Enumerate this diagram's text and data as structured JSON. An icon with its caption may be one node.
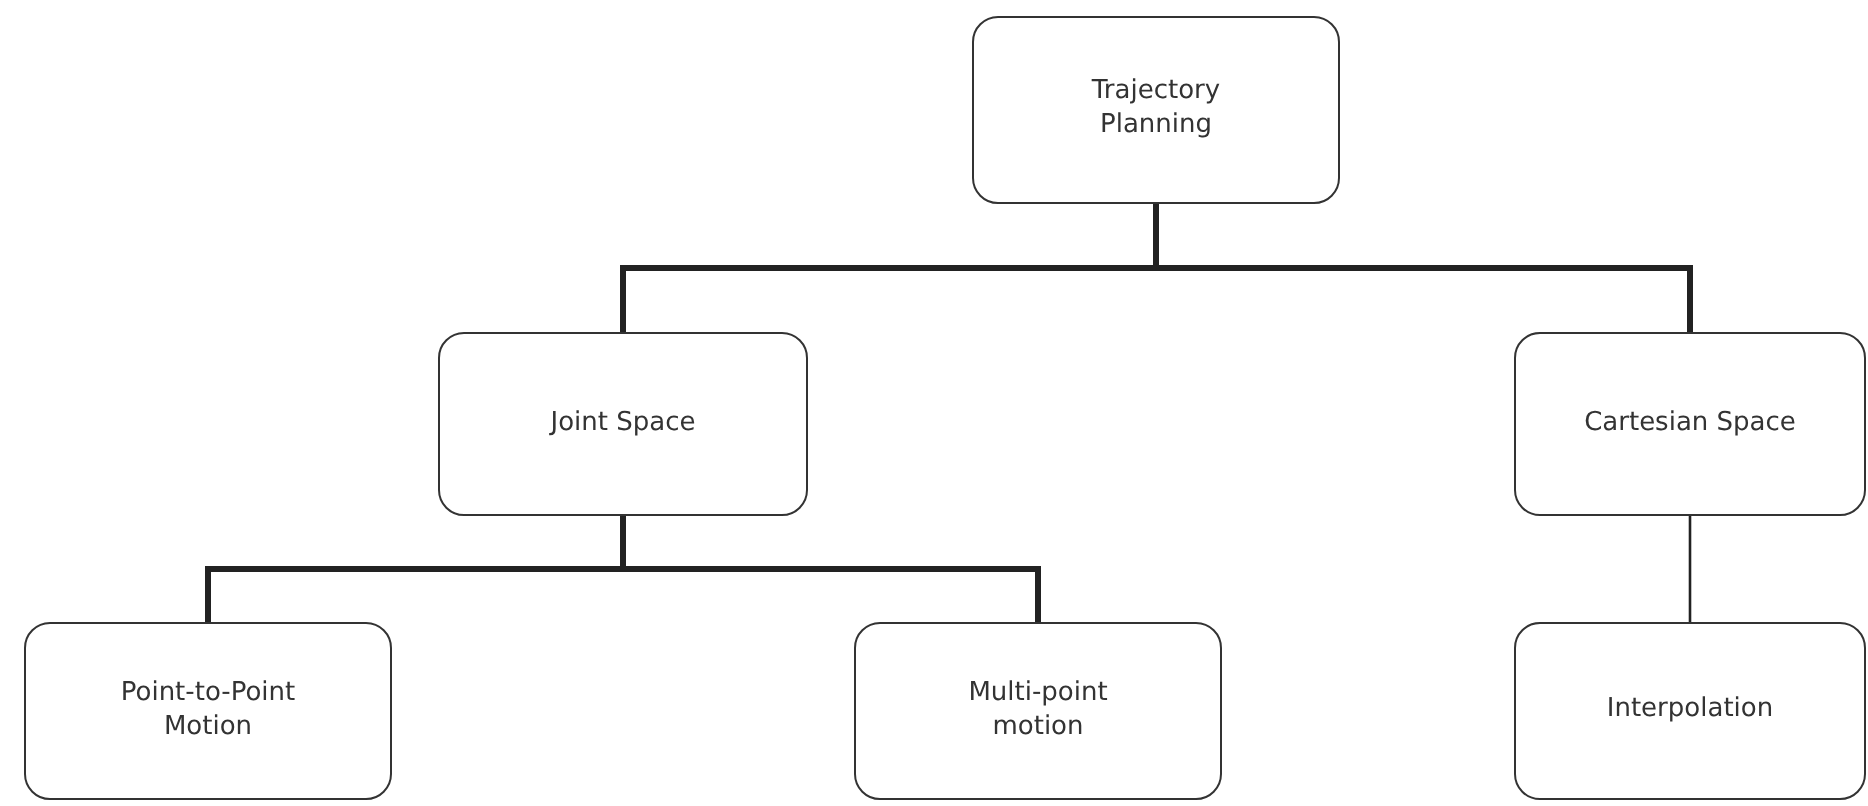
{
  "diagram": {
    "nodes": [
      {
        "text": [
          "Trajectory Planning"
        ]
      },
      {
        "text": [
          "Joint Space"
        ]
      },
      {
        "text": [
          "Cartesian Space"
        ]
      },
      {
        "text": [
          "Point-to-Point Motion"
        ]
      },
      {
        "text": [
          "Multi-point motion"
        ]
      },
      {
        "text": [
          "Interpolation"
        ]
      }
    ],
    "edges": [
      {
        "from": 0,
        "to": 1,
        "arrow": "none"
      },
      {
        "from": 0,
        "to": 2,
        "arrow": "none"
      },
      {
        "from": 1,
        "to": 3,
        "arrow": "none"
      },
      {
        "from": 1,
        "to": 4,
        "arrow": "none"
      },
      {
        "from": 2,
        "to": 5,
        "arrow": "none"
      }
    ]
  }
}
